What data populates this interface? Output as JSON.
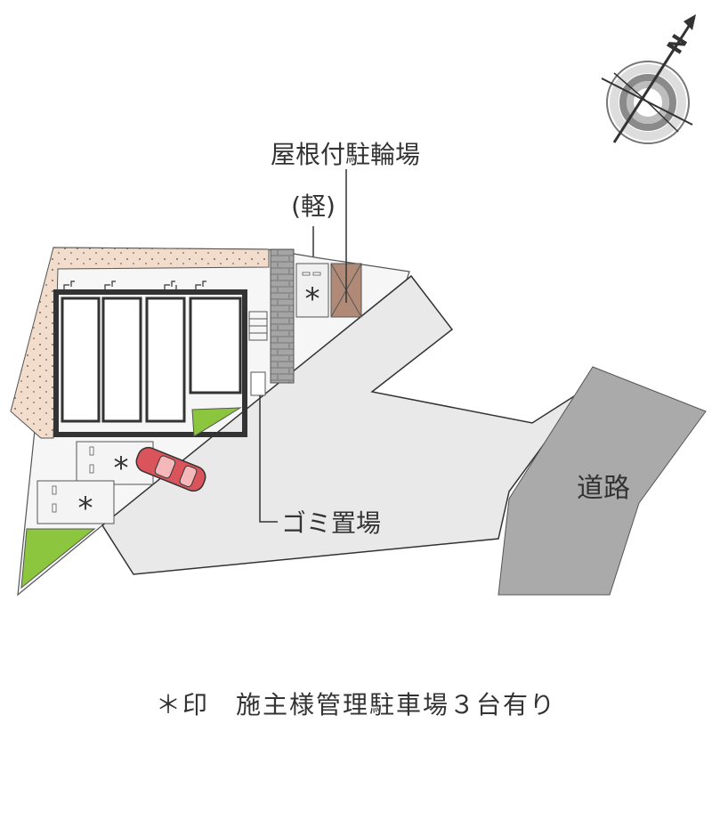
{
  "labels": {
    "bicycle_parking": "屋根付駐輪場",
    "kei_car": "(軽)",
    "garbage": "ゴミ置場",
    "road": "道路",
    "parking_mark": "*"
  },
  "note": "＊印　施主様管理駐車場３台有り",
  "compass": {
    "north_letter": "N",
    "direction": "up-right"
  },
  "colors": {
    "site_lot": "#f6f6f6",
    "driveway": "#e9e9e9",
    "road": "#aaaaaa",
    "grass": "#8cc63e",
    "bike_shelter": "#b08a76",
    "sandy_border": "#f2dccb",
    "building_wall": "#333333",
    "car": "#d9545b"
  }
}
